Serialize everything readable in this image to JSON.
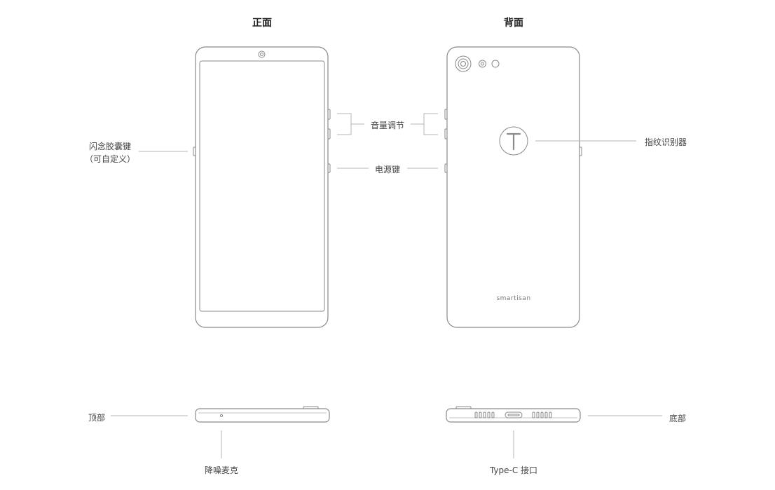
{
  "titles": {
    "front": "正面",
    "back": "背面"
  },
  "labels": {
    "shortcut_line1": "闪念胶囊键",
    "shortcut_line2": "（可自定义）",
    "volume": "音量调节",
    "power": "电源键",
    "fingerprint": "指纹识别器",
    "top": "顶部",
    "bottom": "底部",
    "noise_mic": "降噪麦克",
    "typec": "Type-C 接口"
  },
  "brand": {
    "logo_text": "smartisan"
  },
  "colors": {
    "stroke": "#8a8a8a",
    "leader": "#b5b5b5",
    "text": "#444444"
  }
}
